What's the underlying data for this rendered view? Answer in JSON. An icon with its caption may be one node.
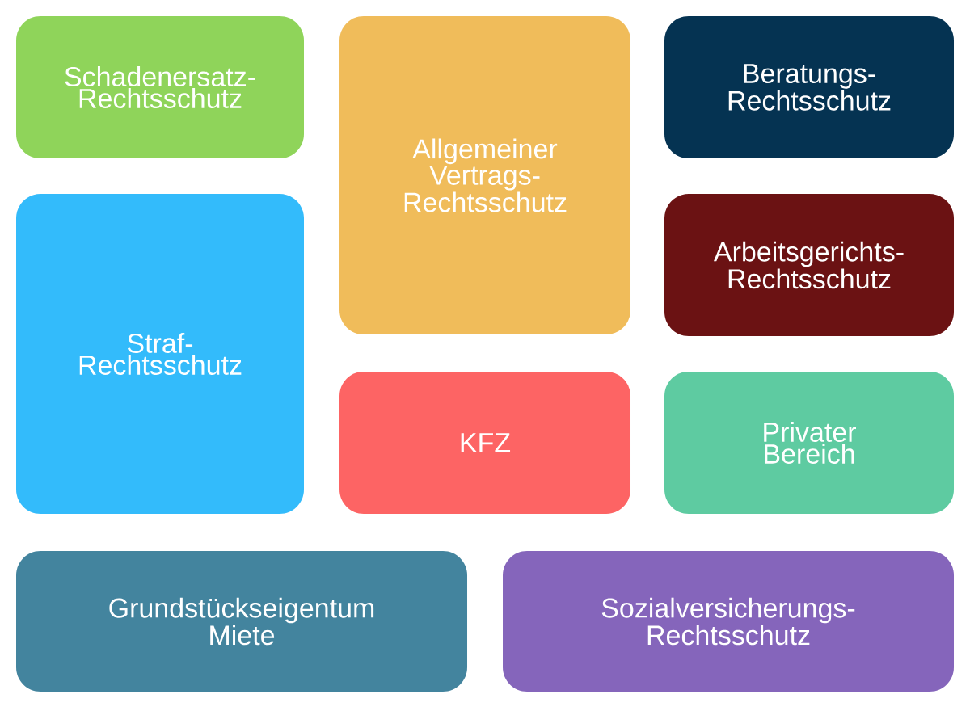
{
  "diagram": {
    "nodes": [
      {
        "text": [
          "Schadenersatz- Rechtsschutz"
        ]
      },
      {
        "text": [
          "Allgemeiner Vertrags- Rechtsschutz"
        ]
      },
      {
        "text": [
          "Beratungs- Rechtsschutz"
        ]
      },
      {
        "text": [
          "Straf- Rechtsschutz"
        ]
      },
      {
        "text": [
          "Arbeitsgerichts- Rechtsschutz"
        ]
      },
      {
        "text": [
          "KFZ"
        ]
      },
      {
        "text": [
          "Privater Bereich"
        ]
      },
      {
        "text": [
          "Grundstückseigentum Miete"
        ]
      },
      {
        "text": [
          "Sozialversicherungs- Rechtsschutz"
        ]
      }
    ]
  }
}
